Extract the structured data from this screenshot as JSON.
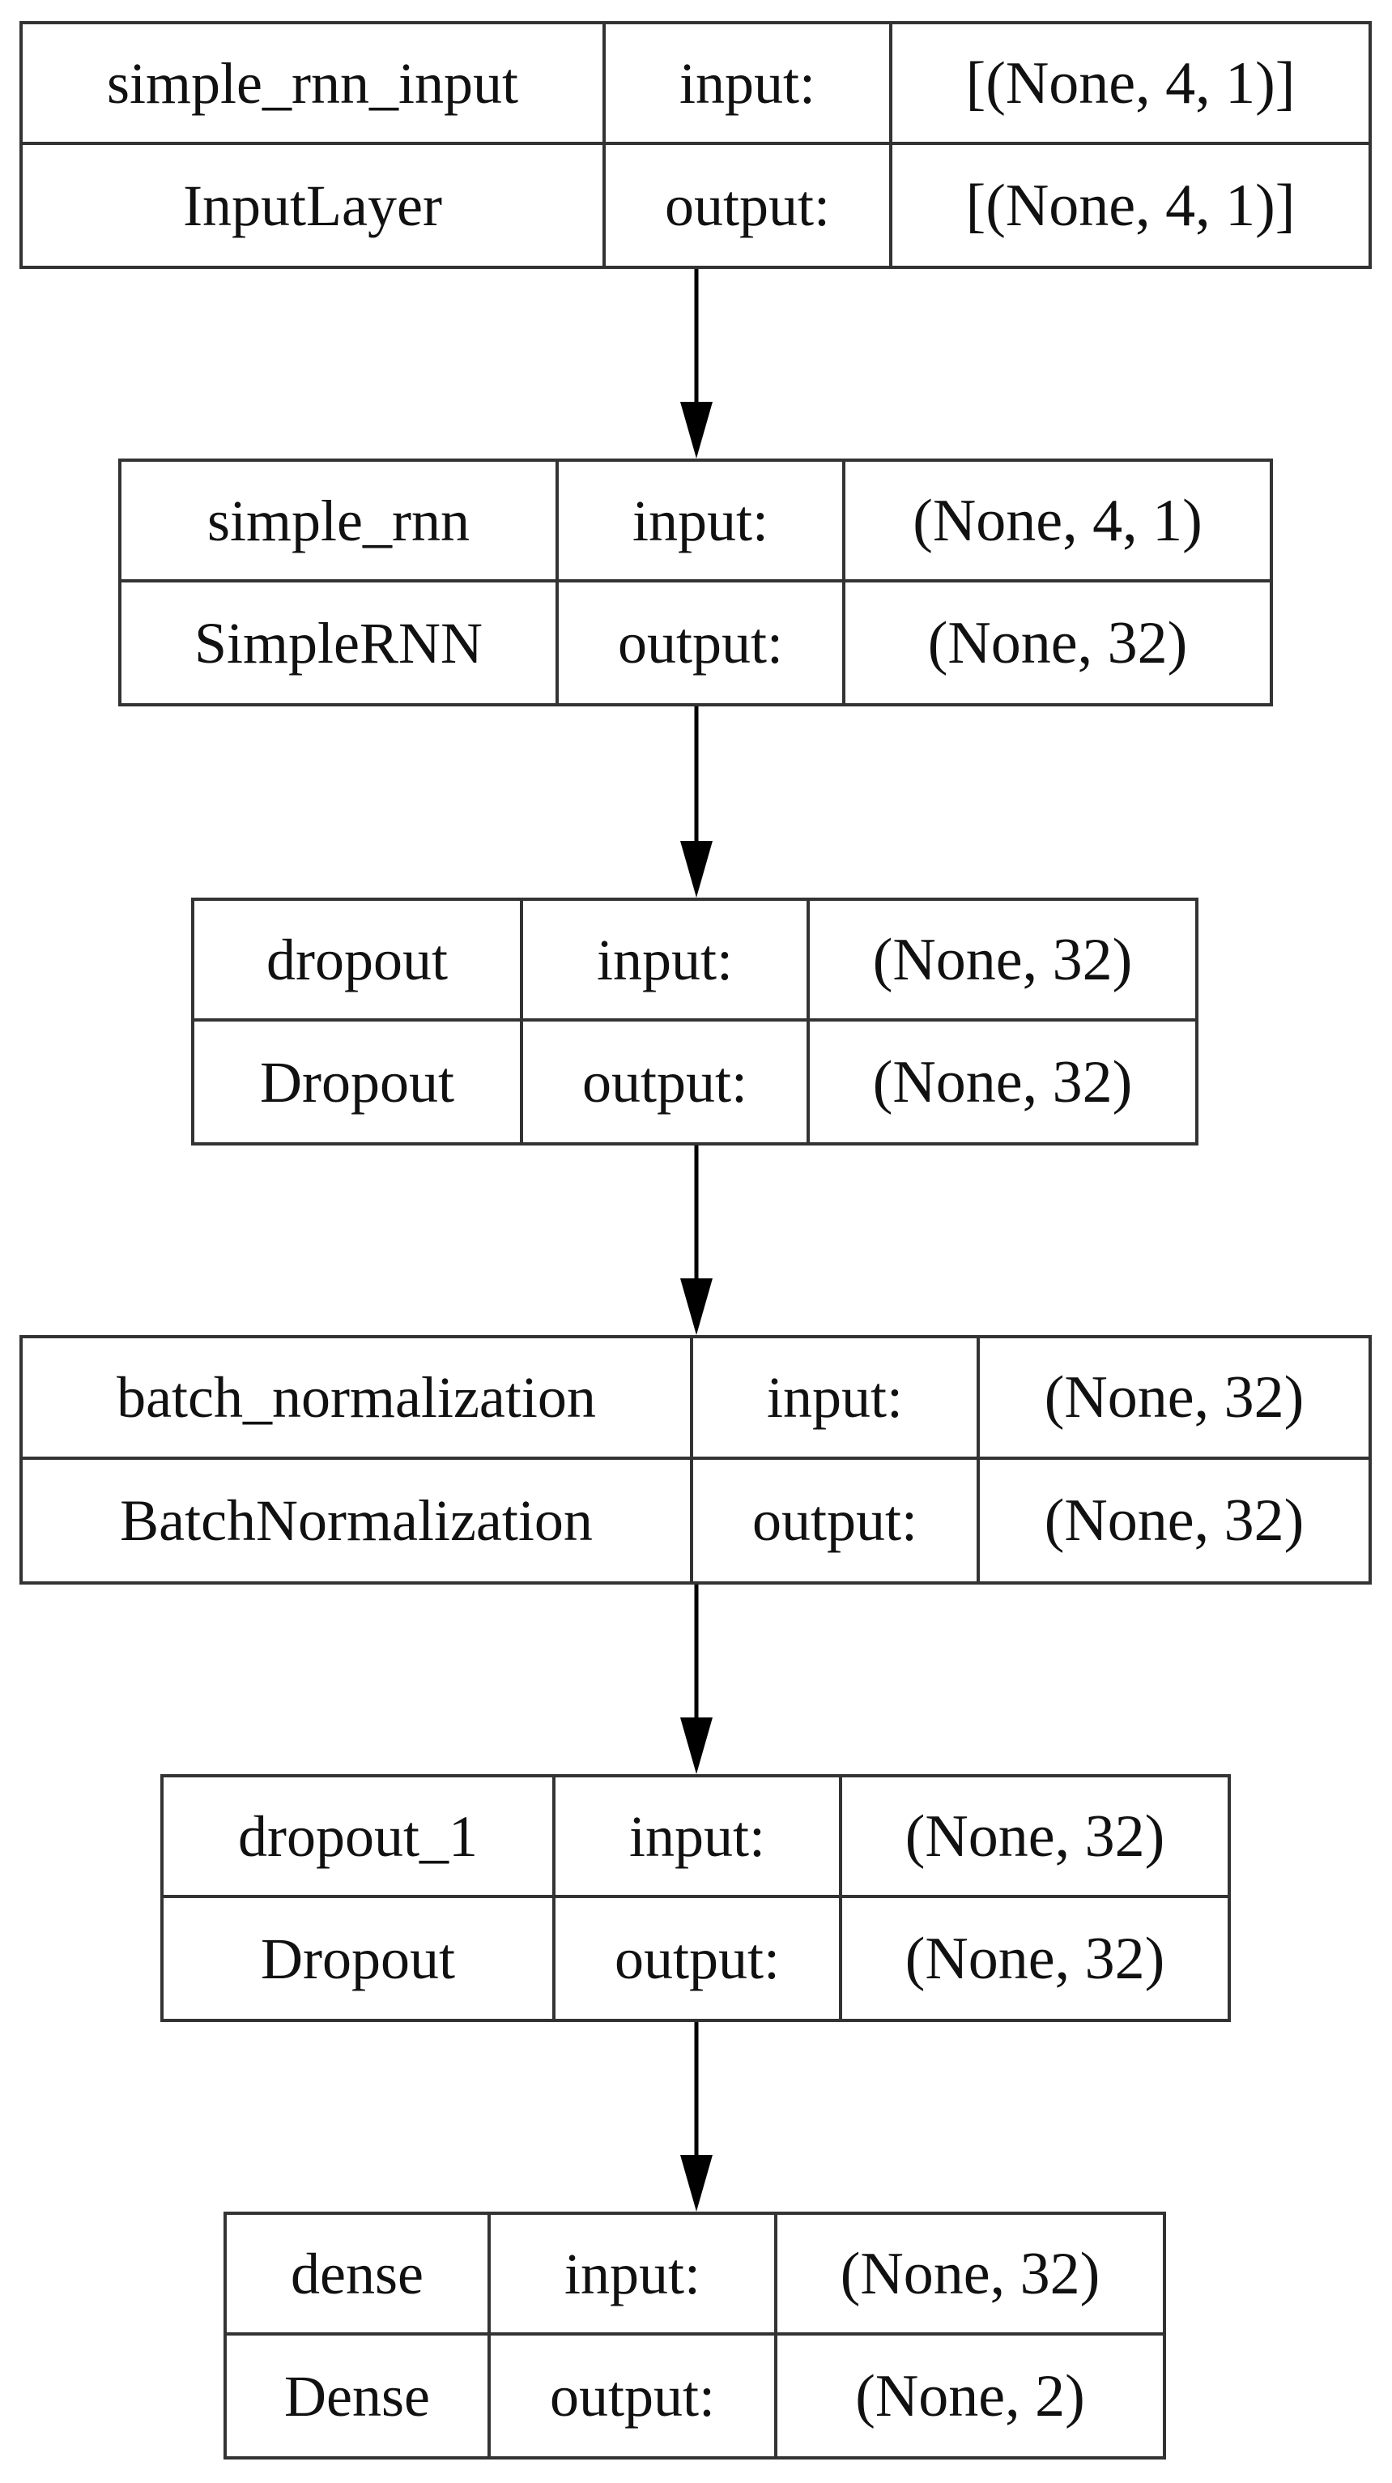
{
  "layers": [
    {
      "name": "simple_rnn_input",
      "type": "InputLayer",
      "input_label": "input:",
      "output_label": "output:",
      "input_shape": "[(None, 4, 1)]",
      "output_shape": "[(None, 4, 1)]"
    },
    {
      "name": "simple_rnn",
      "type": "SimpleRNN",
      "input_label": "input:",
      "output_label": "output:",
      "input_shape": "(None, 4, 1)",
      "output_shape": "(None, 32)"
    },
    {
      "name": "dropout",
      "type": "Dropout",
      "input_label": "input:",
      "output_label": "output:",
      "input_shape": "(None, 32)",
      "output_shape": "(None, 32)"
    },
    {
      "name": "batch_normalization",
      "type": "BatchNormalization",
      "input_label": "input:",
      "output_label": "output:",
      "input_shape": "(None, 32)",
      "output_shape": "(None, 32)"
    },
    {
      "name": "dropout_1",
      "type": "Dropout",
      "input_label": "input:",
      "output_label": "output:",
      "input_shape": "(None, 32)",
      "output_shape": "(None, 32)"
    },
    {
      "name": "dense",
      "type": "Dense",
      "input_label": "input:",
      "output_label": "output:",
      "input_shape": "(None, 32)",
      "output_shape": "(None, 2)"
    }
  ],
  "edges": [
    {
      "from": "simple_rnn_input",
      "to": "simple_rnn"
    },
    {
      "from": "simple_rnn",
      "to": "dropout"
    },
    {
      "from": "dropout",
      "to": "batch_normalization"
    },
    {
      "from": "batch_normalization",
      "to": "dropout_1"
    },
    {
      "from": "dropout_1",
      "to": "dense"
    }
  ],
  "colors": {
    "border": "#333333",
    "arrow": "#000000",
    "text": "#111111",
    "background": "#ffffff"
  }
}
